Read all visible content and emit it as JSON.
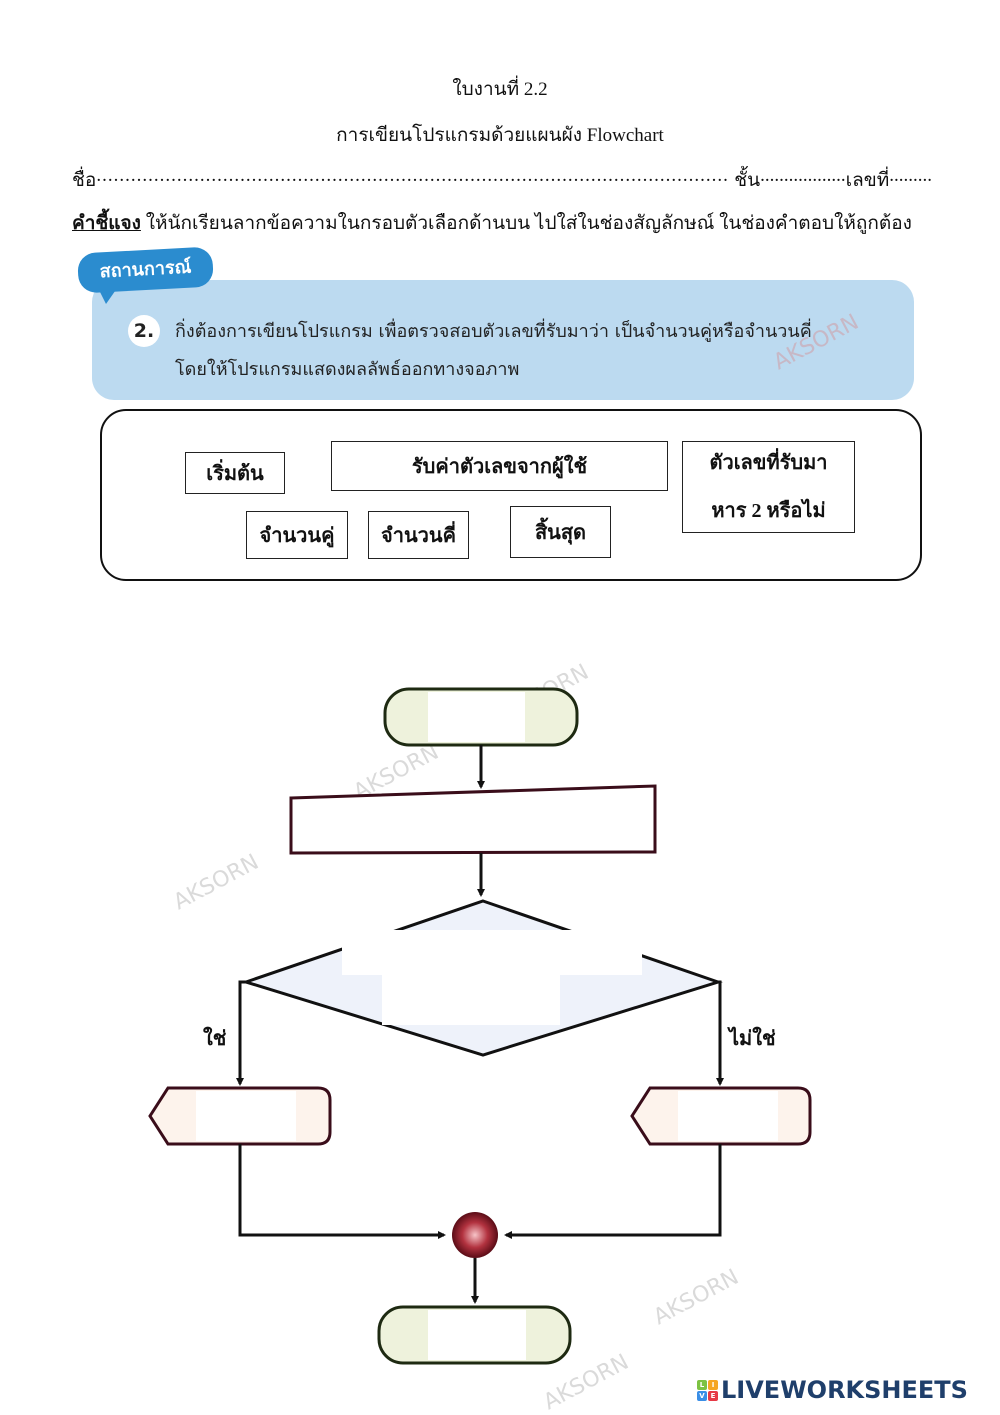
{
  "header": {
    "title": "ใบงานที่ 2.2",
    "subtitle": "การเขียนโปรแกรมด้วยแผนผัง Flowchart",
    "name_label": "ชื่อ",
    "class_label": "ชั้น",
    "number_label": "เลขที่",
    "name_dots": "..............................................................................................................",
    "class_dots": "..................",
    "number_dots": ".........",
    "instruction_label": "คำชี้แจง",
    "instruction_text": " ให้นักเรียนลากข้อความในกรอบตัวเลือกด้านบน ไปใส่ในช่องสัญลักษณ์ ในช่องคำตอบให้ถูกต้อง"
  },
  "scenario": {
    "tag": "สถานการณ์",
    "number": "2.",
    "line1": "กิ่งต้องการเขียนโปรแกรม  เพื่อตรวจสอบตัวเลขที่รับมาว่า  เป็นจำนวนคู่หรือจำนวนคี่",
    "line2": "โดยให้โปรแกรมแสดงผลลัพธ์ออกทางจอภาพ",
    "bg_color": "#bcdaf0",
    "tag_color": "#2b8ccf"
  },
  "options": [
    {
      "id": "start",
      "label": "เริ่มต้น"
    },
    {
      "id": "input",
      "label": "รับค่าตัวเลขจากผู้ใช้"
    },
    {
      "id": "condition",
      "line1": "ตัวเลขที่รับมา",
      "line2": "หาร 2 หรือไม่"
    },
    {
      "id": "even",
      "label": "จำนวนคู่"
    },
    {
      "id": "odd",
      "label": "จำนวนคี่"
    },
    {
      "id": "end",
      "label": "สิ้นสุด"
    }
  ],
  "flowchart": {
    "yes_label": "ใช่",
    "no_label": "ไม่ใช่",
    "drop_zones": [
      "start-terminal",
      "input-manual",
      "decision",
      "display-yes",
      "display-no",
      "end-terminal"
    ],
    "terminal_fill": "#eef2dc",
    "decision_fill": "#eef2fa",
    "display_fill": "#fdf3ec",
    "connector_color": "#8b1a2a"
  },
  "watermarks": [
    "AKSORN",
    "AKSORN",
    "AKSORN",
    "AKSORN",
    "AKSORN",
    "AKSORN"
  ],
  "footer": {
    "brand": "LIVEWORKSHEETS",
    "icon_letters": [
      "L",
      "I",
      "V",
      "E"
    ]
  }
}
